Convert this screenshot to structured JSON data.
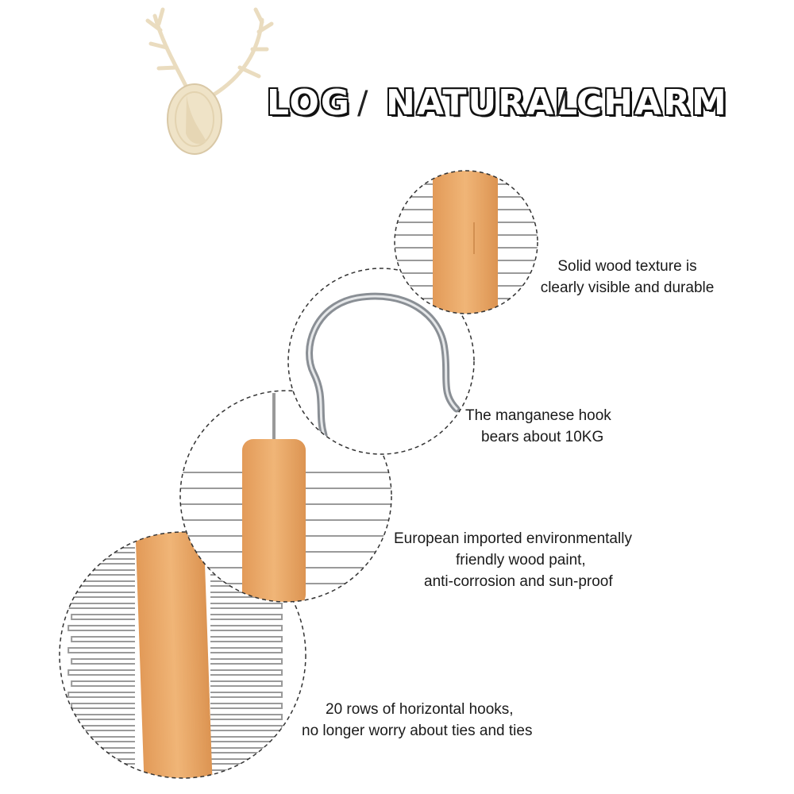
{
  "title": {
    "word1": "LOG",
    "word2": "NATURAL",
    "word3": "CHARM",
    "separator": "/"
  },
  "features": [
    {
      "lines": [
        "Solid wood texture is",
        "clearly visible and durable"
      ]
    },
    {
      "lines": [
        "The manganese hook",
        "bears about 10KG"
      ]
    },
    {
      "lines": [
        "European imported environmentally",
        "friendly wood paint,",
        "anti-corrosion and sun-proof"
      ]
    },
    {
      "lines": [
        "20 rows of horizontal hooks,",
        "no longer worry about ties and ties"
      ]
    }
  ],
  "colors": {
    "wood": "#e9a96a",
    "wood_dark": "#d58f4f",
    "wire": "#9a9a9a",
    "dash": "#333333",
    "deer": "#efe3c7"
  }
}
